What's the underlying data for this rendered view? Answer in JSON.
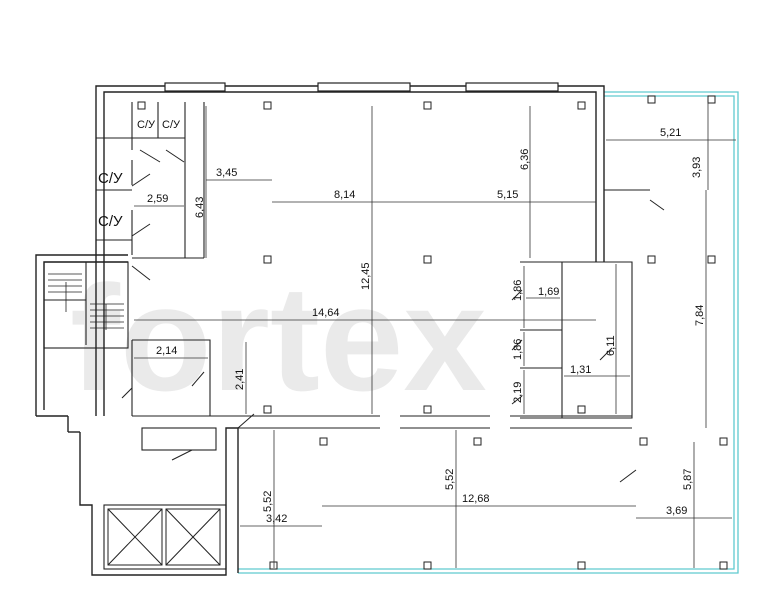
{
  "watermark": "fortex",
  "room_labels": {
    "wc_small_1": "С/У",
    "wc_small_2": "С/У",
    "wc_large_1": "С/У",
    "wc_large_2": "С/У"
  },
  "dimensions": {
    "d_5_21": "5,21",
    "d_3_93": "3,93",
    "d_6_36": "6,36",
    "d_3_45": "3,45",
    "d_6_43": "6,43",
    "d_2_59": "2,59",
    "d_8_14": "8,14",
    "d_5_15": "5,15",
    "d_12_45": "12,45",
    "d_14_64": "14,64",
    "d_1_86_a": "1,86",
    "d_1_69": "1,69",
    "d_1_86_b": "1,86",
    "d_6_11": "6,11",
    "d_2_14": "2,14",
    "d_2_41": "2,41",
    "d_1_31": "1,31",
    "d_2_19": "2,19",
    "d_7_84": "7,84",
    "d_5_52_a": "5,52",
    "d_5_52_b": "5,52",
    "d_3_42": "3,42",
    "d_12_68": "12,68",
    "d_5_87": "5,87",
    "d_3_69": "3,69"
  },
  "colors": {
    "wall": "#222222",
    "glass": "#5fc9cf",
    "dim": "#333333",
    "watermark": "#d9d9d9"
  }
}
